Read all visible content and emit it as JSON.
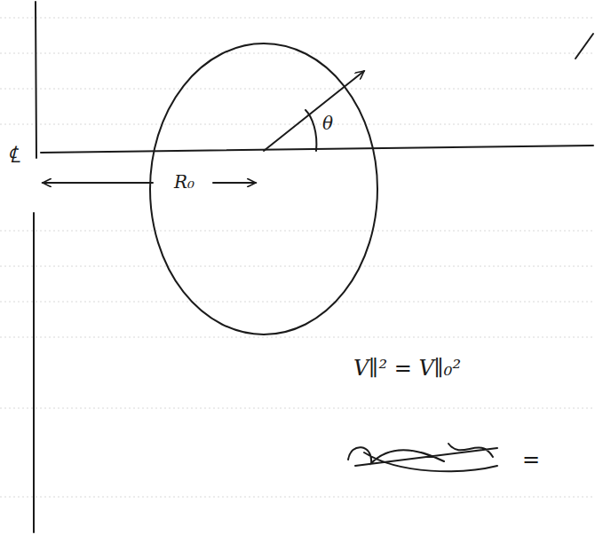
{
  "diagram": {
    "labels": [
      "℄",
      "R₀",
      "θ",
      "V∥² = V∥₀²",
      "="
    ]
  }
}
